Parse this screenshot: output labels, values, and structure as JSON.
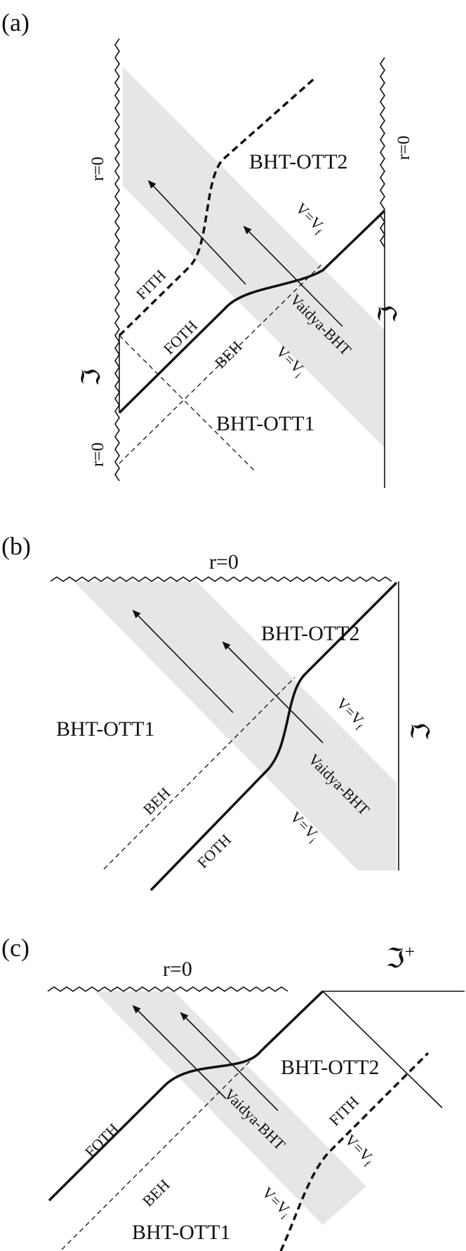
{
  "colors": {
    "band": "#e6e6e6",
    "ink": "#111111"
  },
  "panels": {
    "a": {
      "letter": "(a)",
      "r0_left_top": "r=0",
      "r0_left_bottom": "r=0",
      "r0_right": "r=0",
      "region_top": "BHT-OTT2",
      "region_bottom": "BHT-OTT1",
      "vaidya": "Vaidya-BHT",
      "fith": "FITH",
      "foth": "FOTH",
      "beh": "BEH",
      "vf": "V=V",
      "vf_sub": "f",
      "vi": "V=V",
      "vi_sub": "i",
      "scri_left": "ℑ",
      "scri_right": "ℑ"
    },
    "b": {
      "letter": "(b)",
      "r0": "r=0",
      "region_right": "BHT-OTT2",
      "region_left": "BHT-OTT1",
      "vaidya": "Vaidya-BHT",
      "beh": "BEH",
      "foth": "FOTH",
      "vf": "V=V",
      "vf_sub": "f",
      "vi": "V=V",
      "vi_sub": "i",
      "scri": "ℑ"
    },
    "c": {
      "letter": "(c)",
      "r0": "r=0",
      "scri": "ℑ",
      "scri_sup": "+",
      "region_right": "BHT-OTT2",
      "region_bottom": "BHT-OTT1",
      "vaidya": "Vaidya-BHT",
      "foth": "FOTH",
      "beh": "BEH",
      "fith": "FITH",
      "vf": "V=V",
      "vf_sub": "f",
      "vi": "V=V",
      "vi_sub": "i"
    }
  }
}
